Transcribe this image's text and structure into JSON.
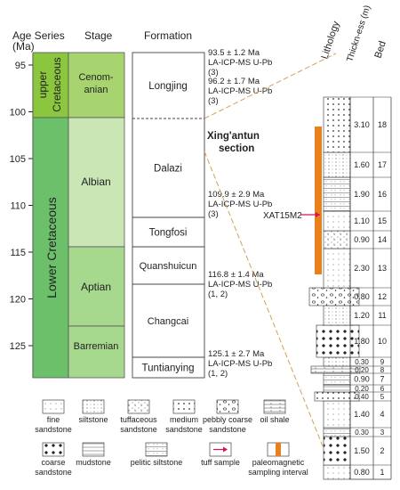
{
  "header": {
    "age_series": "Age Series",
    "ma": "(Ma)",
    "stage": "Stage",
    "formation": "Formation",
    "lithology": "Lithology",
    "thickness": "Thickn-ess (m)",
    "bed": "Bed"
  },
  "age_ticks": [
    "95",
    "100",
    "105",
    "110",
    "115",
    "120",
    "125"
  ],
  "series": {
    "upper_line1": "upper",
    "upper_line2": "Cretaceous",
    "lower": "Lower Cretaceous"
  },
  "stages": {
    "cenomanian_line1": "Cenom-",
    "cenomanian_line2": "anian",
    "albian": "Albian",
    "aptian": "Aptian",
    "barremian": "Barremian"
  },
  "formations": [
    "Longjing",
    "Dalazi",
    "Tongfosi",
    "Quanshuicun",
    "Changcai",
    "Tuntianying"
  ],
  "dates": [
    {
      "l1": "93.5 ± 1.2 Ma",
      "l2": "LA-ICP-MS U-Pb",
      "l3": "(3)"
    },
    {
      "l1": "96.2 ± 1.7 Ma",
      "l2": "LA-ICP-MS U-Pb",
      "l3": "(3)"
    },
    {
      "l1": "109.9 ± 2.9 Ma",
      "l2": "LA-ICP-MS U-Pb",
      "l3": "(3)"
    },
    {
      "l1": "116.8 ± 1.4 Ma",
      "l2": "LA-ICP-MS U-Pb",
      "l3": "(1, 2)"
    },
    {
      "l1": "125.1 ± 2.7 Ma",
      "l2": "LA-ICP-MS U-Pb",
      "l3": "(1, 2)"
    }
  ],
  "section": {
    "line1": "Xing'antun",
    "line2": "section"
  },
  "sample": "XAT15M2",
  "beds": [
    {
      "thickness": "0.80",
      "bed": "1"
    },
    {
      "thickness": "1.50",
      "bed": "2"
    },
    {
      "thickness": "0.30",
      "bed": "3"
    },
    {
      "thickness": "1.40",
      "bed": "4"
    },
    {
      "thickness": "0.40",
      "bed": "5"
    },
    {
      "thickness": "0.20",
      "bed": "6"
    },
    {
      "thickness": "0.90",
      "bed": "7"
    },
    {
      "thickness": "0.20",
      "bed": "8"
    },
    {
      "thickness": "0.30",
      "bed": "9"
    },
    {
      "thickness": "1.80",
      "bed": "10"
    },
    {
      "thickness": "1.20",
      "bed": "11"
    },
    {
      "thickness": "0.80",
      "bed": "12"
    },
    {
      "thickness": "2.30",
      "bed": "13"
    },
    {
      "thickness": "0.90",
      "bed": "14"
    },
    {
      "thickness": "1.10",
      "bed": "15"
    },
    {
      "thickness": "1.90",
      "bed": "16"
    },
    {
      "thickness": "1.60",
      "bed": "17"
    },
    {
      "thickness": "3.10",
      "bed": "18"
    }
  ],
  "legend": [
    {
      "l1": "fine",
      "l2": "sandstone"
    },
    {
      "l1": "siltstone",
      "l2": ""
    },
    {
      "l1": "tuffaceous",
      "l2": "sandstone"
    },
    {
      "l1": "medium",
      "l2": "sandstone"
    },
    {
      "l1": "pebbly coarse",
      "l2": "sandstone"
    },
    {
      "l1": "oil shale",
      "l2": ""
    },
    {
      "l1": "coarse",
      "l2": "sandstone"
    },
    {
      "l1": "mudstone",
      "l2": ""
    },
    {
      "l1": "pelitic siltstone",
      "l2": ""
    },
    {
      "l1": "tuff sample",
      "l2": ""
    },
    {
      "l1": "paleomagnetic",
      "l2": "sampling interval"
    }
  ],
  "colors": {
    "upper_series": "#8cc63f",
    "lower_series": "#6cc06a",
    "cenomanian": "#a8d46f",
    "lower_stage": "#a6d88e",
    "albian": "#c9e6b4",
    "sampling_bar": "#e8811c",
    "tuff_arrow": "#d4145a",
    "tie_line": "#d4a05a"
  }
}
